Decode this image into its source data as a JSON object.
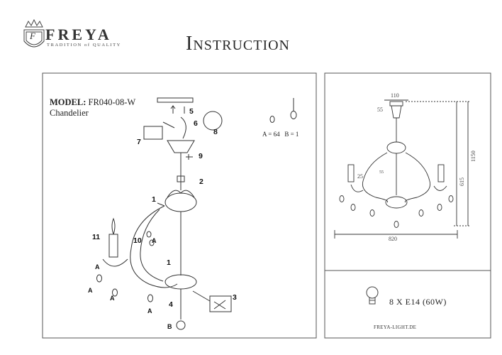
{
  "header": {
    "brand": "FREYA",
    "tagline": "TRADITION of QUALITY",
    "title": "Instruction",
    "logo_letter": "F"
  },
  "model": {
    "label": "MODEL:",
    "code": "FR040-08-W",
    "type": "Chandelier"
  },
  "legend": {
    "a_text": "A = 64",
    "b_text": "B = 1"
  },
  "callouts": {
    "c1": "1",
    "c1b": "1",
    "c2": "2",
    "c3": "3",
    "c4": "4",
    "c5": "5",
    "c6": "6",
    "c7": "7",
    "c8": "8",
    "c9": "9",
    "c10": "10",
    "c11": "11",
    "a": "A",
    "b": "B"
  },
  "dimensions": {
    "top_width": "110",
    "canopy_h": "55",
    "total_h": "1150",
    "body_h": "615",
    "candle_w": "25",
    "width": "820",
    "side": "55"
  },
  "bulb": {
    "spec": "8 X E14 (60W)"
  },
  "footer": {
    "site": "FREYA-LIGHT.DE"
  },
  "colors": {
    "line": "#333333",
    "frame": "#555555"
  }
}
